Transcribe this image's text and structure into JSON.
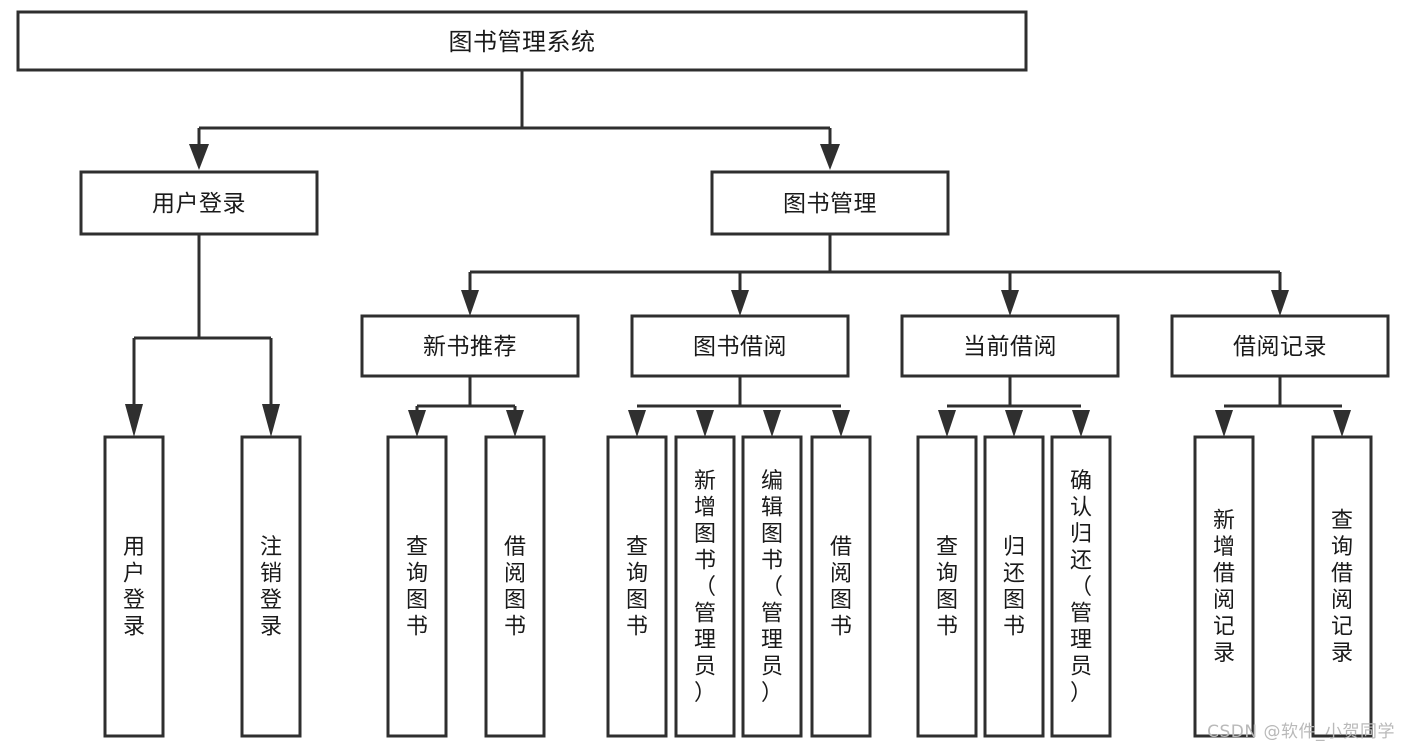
{
  "diagram": {
    "type": "tree",
    "title": "图书管理系统",
    "orientation": "top-down",
    "colors": {
      "background": "#ffffff",
      "box_fill": "#ffffff",
      "box_stroke": "#2f2f2f",
      "text": "#1a1a1a",
      "watermark": "#b9b9b9"
    },
    "root": {
      "label": "图书管理系统"
    },
    "level2": [
      {
        "label": "用户登录"
      },
      {
        "label": "图书管理"
      }
    ],
    "level3": [
      {
        "label": "新书推荐"
      },
      {
        "label": "图书借阅"
      },
      {
        "label": "当前借阅"
      },
      {
        "label": "借阅记录"
      }
    ],
    "leaves": {
      "user_login": [
        {
          "label": "用户登录"
        },
        {
          "label": "注销登录"
        }
      ],
      "new_book_recommend": [
        {
          "label": "查询图书"
        },
        {
          "label": "借阅图书"
        }
      ],
      "book_borrow": [
        {
          "label": "查询图书"
        },
        {
          "label": "新增图书（管理员）"
        },
        {
          "label": "编辑图书（管理员）"
        },
        {
          "label": "借阅图书"
        }
      ],
      "current_borrow": [
        {
          "label": "查询图书"
        },
        {
          "label": "归还图书"
        },
        {
          "label": "确认归还（管理员）"
        }
      ],
      "borrow_record": [
        {
          "label": "新增借阅记录"
        },
        {
          "label": "查询借阅记录"
        }
      ]
    },
    "watermark": "CSDN @软件_小贺同学"
  }
}
